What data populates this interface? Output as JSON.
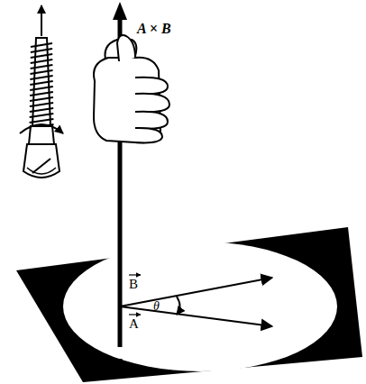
{
  "diagram": {
    "labels": [
      "A × B",
      "B",
      "A",
      "θ"
    ]
  }
}
